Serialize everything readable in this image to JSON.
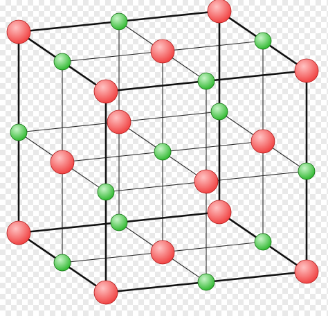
{
  "diagram": {
    "kind": "rock-salt crystal lattice (3x3x3 alternating ions)",
    "colors": {
      "background": "#ffffff",
      "checker": "#e9e9e9",
      "frame_edge": "#111111",
      "inner_line": "#2a2a2a",
      "large_ion_fill": "#f04040",
      "large_ion_highlight": "#ffc2c2",
      "large_ion_stroke": "#b01818",
      "small_ion_fill": "#2fb82f",
      "small_ion_highlight": "#c8f5c8",
      "small_ion_stroke": "#127012"
    },
    "grid_size": 3,
    "ion_types": [
      "large-red",
      "small-green"
    ]
  }
}
